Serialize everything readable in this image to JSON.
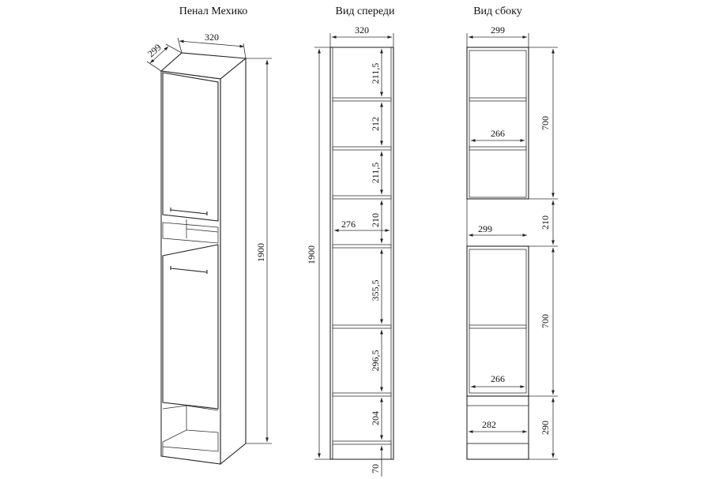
{
  "titles": {
    "iso": "Пенал Мехико",
    "front": "Вид спереди",
    "side": "Вид сбоку"
  },
  "iso_dims": {
    "width": "320",
    "depth": "299",
    "height": "1900"
  },
  "front_dims": {
    "width": "320",
    "height": "1900",
    "inner_width": "276",
    "sections": [
      "211,5",
      "212",
      "211,5",
      "210",
      "355,5",
      "296,5",
      "204",
      "70"
    ]
  },
  "side_dims": {
    "depth": "299",
    "top_height": "700",
    "top_inner": "266",
    "gap_height": "210",
    "gap_depth": "299",
    "mid_height": "700",
    "mid_inner": "266",
    "bottom_height": "290",
    "bottom_inner": "282"
  }
}
